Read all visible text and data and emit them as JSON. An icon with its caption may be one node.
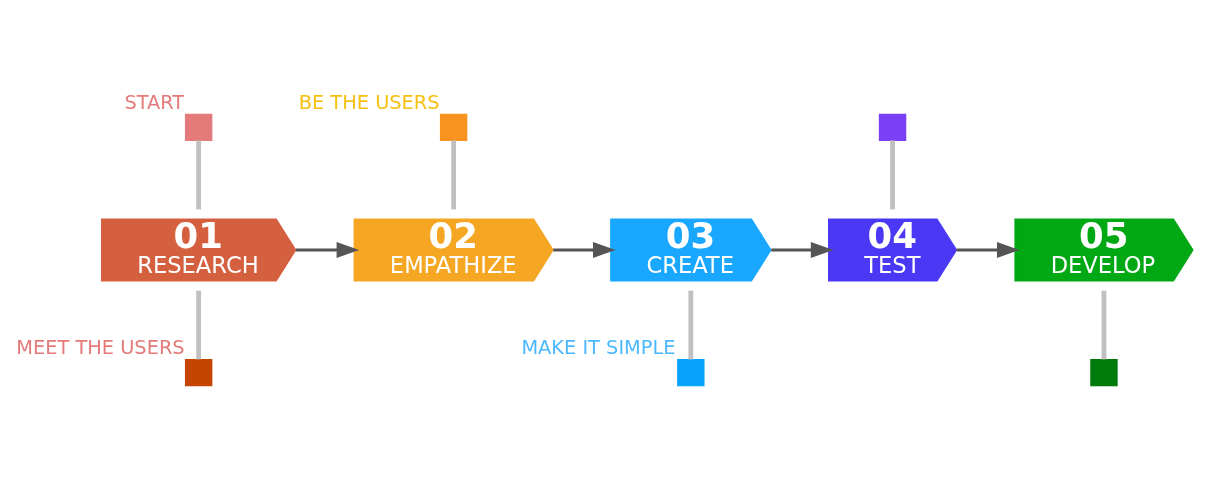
{
  "diagram": {
    "nodes": [
      {
        "text": [
          "01",
          "RESEARCH"
        ]
      },
      {
        "text": [
          "02",
          "EMPATHIZE"
        ]
      },
      {
        "text": [
          "03",
          "CREATE"
        ]
      },
      {
        "text": [
          "04",
          "TEST"
        ]
      },
      {
        "text": [
          "05",
          "DEVELOP"
        ]
      },
      {
        "text": [],
        "shape": "box",
        "beside": [
          "START"
        ]
      },
      {
        "text": [],
        "shape": "box",
        "beside": [
          "BE THE USERS"
        ]
      },
      {
        "text": [],
        "shape": "box"
      },
      {
        "text": [],
        "shape": "box",
        "beside": [
          "MEET THE USERS"
        ]
      },
      {
        "text": [],
        "shape": "box",
        "beside": [
          "MAKE IT SIMPLE"
        ]
      },
      {
        "text": [],
        "shape": "box"
      }
    ],
    "edges": [
      {
        "from": 0,
        "to": 1,
        "arrow": "to",
        "color": "#555555"
      },
      {
        "from": 1,
        "to": 2,
        "arrow": "to",
        "color": "#555555"
      },
      {
        "from": 2,
        "to": 3,
        "arrow": "to",
        "color": "#555555"
      },
      {
        "from": 3,
        "to": 4,
        "arrow": "to",
        "color": "#555555"
      },
      {
        "from": 5,
        "to": 0,
        "arrow": "none"
      },
      {
        "from": 6,
        "to": 1,
        "arrow": "none"
      },
      {
        "from": 7,
        "to": 3,
        "arrow": "none"
      },
      {
        "from": 0,
        "to": 8,
        "arrow": "none"
      },
      {
        "from": 2,
        "to": 9,
        "arrow": "none"
      },
      {
        "from": 4,
        "to": 10,
        "arrow": "none"
      }
    ]
  }
}
